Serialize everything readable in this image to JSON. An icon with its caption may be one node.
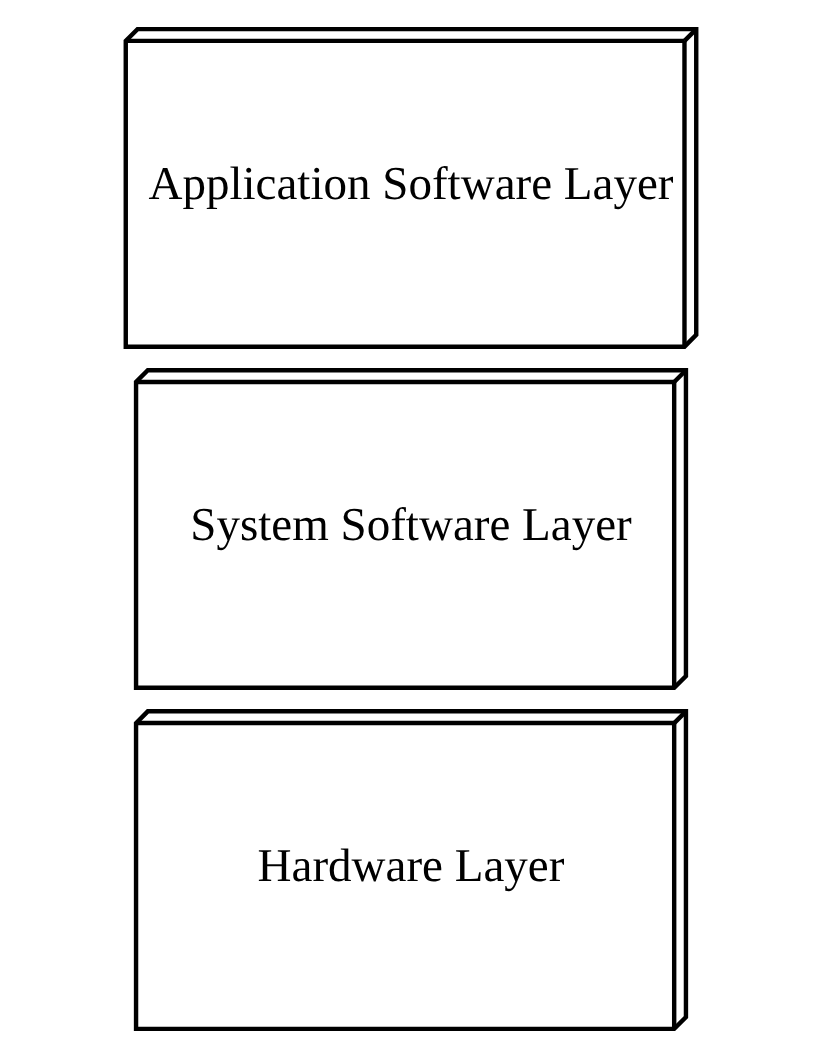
{
  "diagram": {
    "nodes": [
      {
        "text": [
          "Application Software Layer"
        ]
      },
      {
        "text": [
          "System Software Layer"
        ]
      },
      {
        "text": [
          "Hardware Layer"
        ]
      }
    ]
  }
}
